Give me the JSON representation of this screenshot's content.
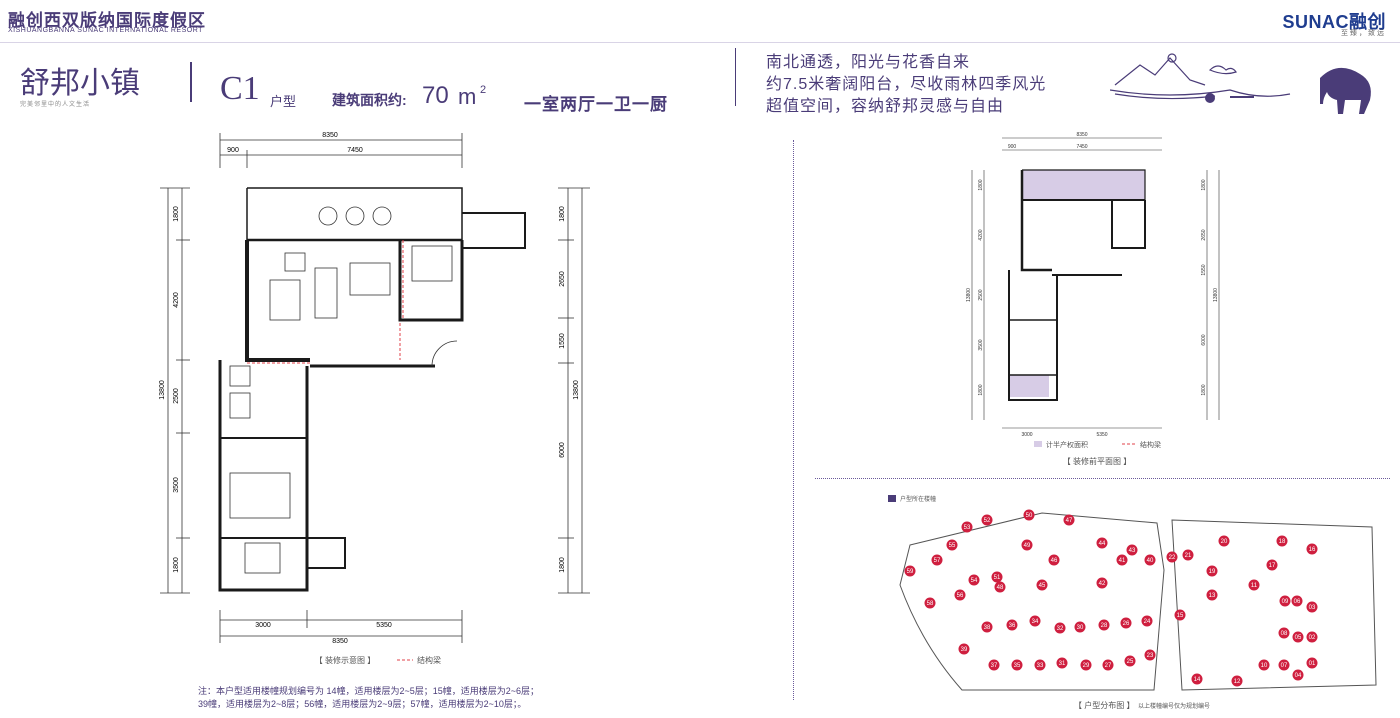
{
  "header": {
    "brand_cn": "融创西双版纳国际度假区",
    "brand_en": "XISHUANGBANNA SUNAC INTERNATIONAL RESORT",
    "logo_text": "SUNAC融创",
    "logo_sub": "至臻，致远"
  },
  "project": {
    "name": "舒邦小镇",
    "tagline": "完美邻里中的人文生活"
  },
  "unit": {
    "code": "C1",
    "code_suffix": "户型",
    "area_label": "建筑面积约:",
    "area_value": "70",
    "area_unit": "m",
    "area_sup": "2",
    "layout": "一室两厅一卫一厨"
  },
  "features": [
    "南北通透，阳光与花香自来",
    "约7.5米奢阔阳台，尽收雨林四季风光",
    "超值空间，容纳舒邦灵感与自由"
  ],
  "main_plan": {
    "dims": {
      "top_total": "8350",
      "top_left": "900",
      "top_right": "7450",
      "bottom_left": "3000",
      "bottom_right": "5350",
      "bottom_total": "8350",
      "left_total": "13800",
      "left_1": "1800",
      "left_2": "4200",
      "left_3": "2500",
      "left_4": "3500",
      "left_5": "1800",
      "right_total": "13800",
      "right_1": "1800",
      "right_2": "2650",
      "right_3": "1550",
      "right_4": "6000",
      "right_5": "1800"
    },
    "caption": "【 装修示意图 】",
    "legend_beam": "结构梁"
  },
  "pre_plan": {
    "dims": {
      "top_total": "8350",
      "top_left": "900",
      "top_right": "7450",
      "bottom_left": "3000",
      "bottom_right": "5350",
      "left_total": "13800",
      "left_1": "1800",
      "left_2": "4200",
      "left_3": "2500",
      "left_4": "3500",
      "left_5": "1800",
      "right_total": "13800",
      "right_1": "1800",
      "right_2": "2650",
      "right_3": "1550",
      "right_4": "6000",
      "right_5": "1800"
    },
    "legend_half": "计半产权面积",
    "legend_beam": "结构梁",
    "caption": "【 装修前平面图 】"
  },
  "site_map": {
    "legend": "户型所在楼幢",
    "caption": "【 户型分布图 】",
    "caption_note": "以上楼幢编号仅为规划编号",
    "buildings": [
      "01",
      "02",
      "03",
      "04",
      "05",
      "06",
      "07",
      "08",
      "09",
      "10",
      "11",
      "12",
      "13",
      "14",
      "15",
      "16",
      "17",
      "18",
      "19",
      "20",
      "21",
      "22",
      "23",
      "24",
      "25",
      "26",
      "27",
      "28",
      "29",
      "30",
      "31",
      "32",
      "33",
      "34",
      "35",
      "36",
      "37",
      "38",
      "39",
      "40",
      "41",
      "42",
      "43",
      "44",
      "45",
      "46",
      "47",
      "48",
      "49",
      "50",
      "51",
      "52",
      "53",
      "54",
      "55",
      "56",
      "57",
      "58",
      "59"
    ]
  },
  "notes": [
    "注：本户型适用楼幢规划编号为 14幢，适用楼层为2~5层；15幢，适用楼层为2~6层；",
    "39幢，适用楼层为2~8层；56幢，适用楼层为2~9层；57幢，适用楼层为2~10层；。"
  ],
  "colors": {
    "brand_purple": "#4a3c78",
    "half_area_fill": "#d7cce6",
    "beam_red": "#e0404a",
    "building_marker": "#cf1f3f"
  }
}
